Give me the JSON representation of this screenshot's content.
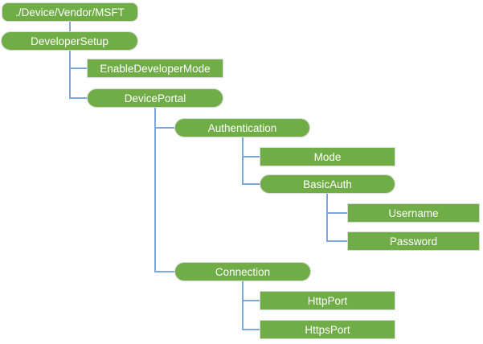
{
  "diagram": {
    "type": "tree",
    "colors": {
      "node_fill": "#70AD47",
      "node_text": "#FFFFFF",
      "node_border": "#D9D9D9",
      "connector": "#7EA7DB"
    },
    "nodes": [
      {
        "label": "./Device/Vendor/MSFT",
        "shape": "rounded",
        "role": "root"
      },
      {
        "label": "DeveloperSetup",
        "shape": "pill",
        "role": "interior"
      },
      {
        "label": "EnableDeveloperMode",
        "shape": "rect",
        "role": "leaf"
      },
      {
        "label": "DevicePortal",
        "shape": "pill",
        "role": "interior"
      },
      {
        "label": "Authentication",
        "shape": "pill",
        "role": "interior"
      },
      {
        "label": "Mode",
        "shape": "rect",
        "role": "leaf"
      },
      {
        "label": "BasicAuth",
        "shape": "pill",
        "role": "interior"
      },
      {
        "label": "Username",
        "shape": "rect",
        "role": "leaf"
      },
      {
        "label": "Password",
        "shape": "rect",
        "role": "leaf"
      },
      {
        "label": "Connection",
        "shape": "pill",
        "role": "interior"
      },
      {
        "label": "HttpPort",
        "shape": "rect",
        "role": "leaf"
      },
      {
        "label": "HttpsPort",
        "shape": "rect",
        "role": "leaf"
      }
    ],
    "hierarchy": {
      "./Device/Vendor/MSFT": {
        "DeveloperSetup": {
          "EnableDeveloperMode": {},
          "DevicePortal": {
            "Authentication": {
              "Mode": {},
              "BasicAuth": {
                "Username": {},
                "Password": {}
              }
            },
            "Connection": {
              "HttpPort": {},
              "HttpsPort": {}
            }
          }
        }
      }
    }
  }
}
